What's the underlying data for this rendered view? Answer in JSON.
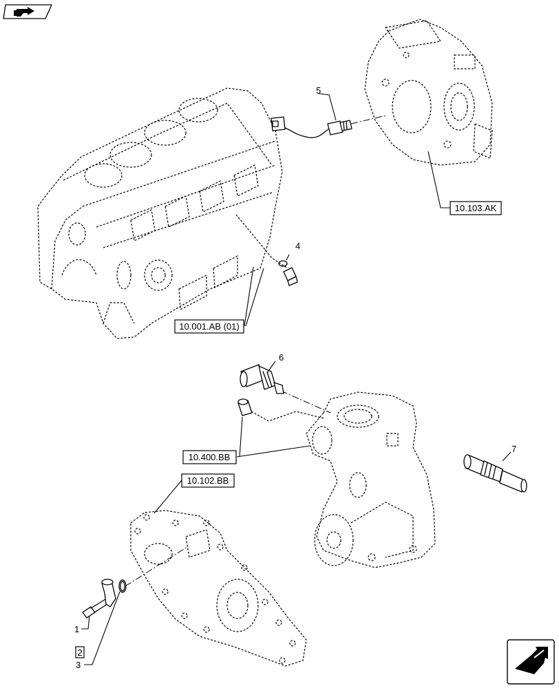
{
  "references": {
    "flywheel_housing": "10.103.AK",
    "engine_block": "10.001.AB (01)",
    "water_pump": "10.400.BB",
    "timing_cover": "10.102.BB"
  },
  "callouts": {
    "item1": "1",
    "item2": "2",
    "item3": "3",
    "item4": "4",
    "item5": "5",
    "item6": "6",
    "item7": "7"
  },
  "icons": {
    "top_left": "view-direction-icon",
    "bottom_right": "navigation-arrow-icon"
  }
}
